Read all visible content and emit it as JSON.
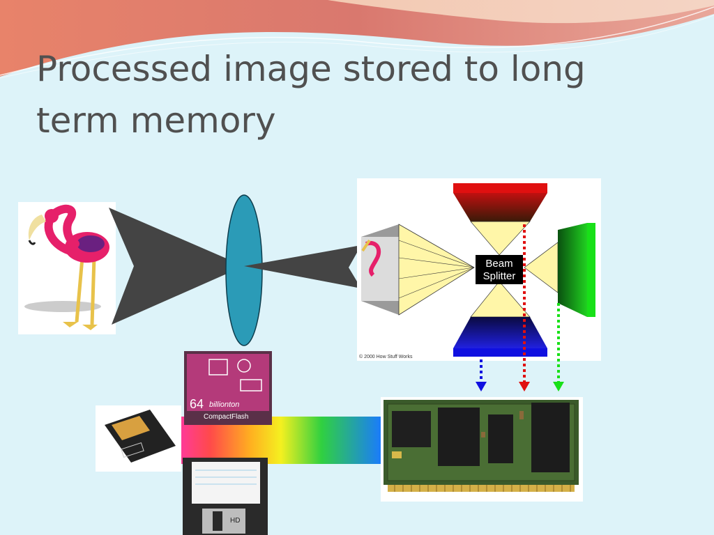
{
  "slide": {
    "title": "Processed image stored to long term memory"
  },
  "beam_splitter": {
    "label_line1": "Beam",
    "label_line2": "Splitter",
    "copyright": "© 2000 How Stuff Works"
  },
  "compact_flash": {
    "capacity": "64",
    "brand": "billionton",
    "type": "CompactFlash"
  },
  "floppy": {
    "brand": "HD"
  },
  "colors": {
    "background": "#ddf3f9",
    "title": "#505050",
    "lens": "#2b9bb7",
    "beam": "#444444",
    "red_channel": "#e01010",
    "green_channel": "#18e018",
    "blue_channel": "#1010e0"
  },
  "icons": [
    "flamingo-image",
    "lens",
    "smartmedia-card",
    "compactflash-card",
    "floppy-disk",
    "memory-module"
  ]
}
